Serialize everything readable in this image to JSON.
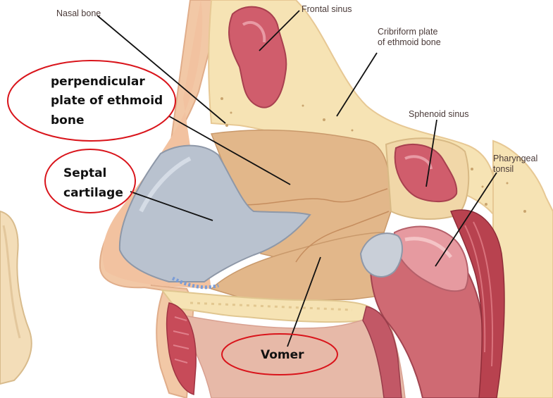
{
  "labels": {
    "nasal_bone": "Nasal bone",
    "frontal_sinus": "Frontal sinus",
    "cribriform_line1": "Cribriform plate",
    "cribriform_line2": "of ethmoid bone",
    "sphenoid_sinus": "Sphenoid sinus",
    "pharyngeal_line1": "Pharyngeal",
    "pharyngeal_line2": "tonsil",
    "perpendicular_line1": "perpendicular",
    "perpendicular_line2": "plate of ethmoid",
    "perpendicular_line3": "bone",
    "septal_line1": "Septal",
    "septal_line2": "cartilage",
    "vomer": "Vomer"
  },
  "colors": {
    "skin": "#f2c8a6",
    "bone": "#f6e3b4",
    "septum_bone": "#e2b78a",
    "cartilage": "#b9c2cf",
    "sinus": "#d05d6c",
    "tissue": "#d47a80",
    "muscle": "#c74b59",
    "highlight_ellipse": "#d9141b",
    "leader_line": "#111111"
  }
}
